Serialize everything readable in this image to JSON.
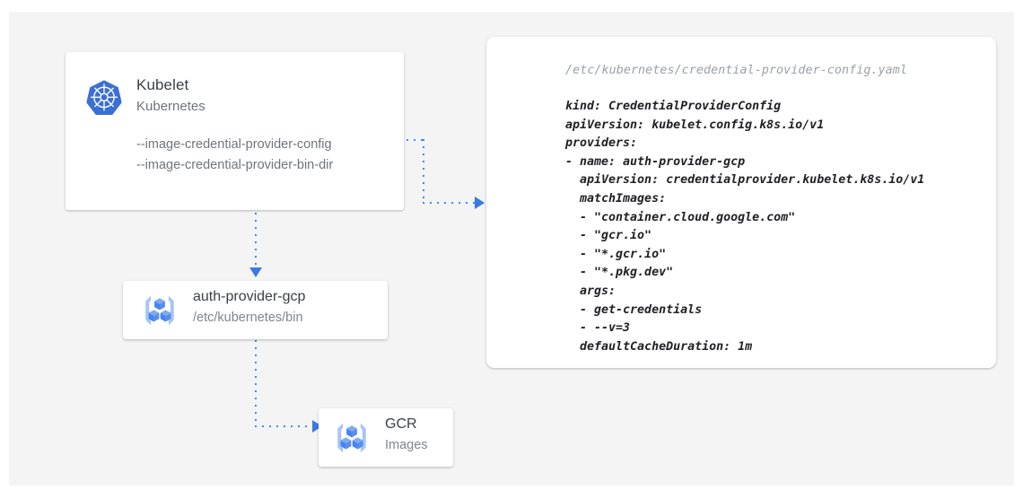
{
  "canvas": {
    "background": "#f4f4f4",
    "accent": "#4285f4"
  },
  "kubelet_card": {
    "icon": "kubernetes-icon",
    "title": "Kubelet",
    "subtitle": "Kubernetes",
    "flags": [
      "--image-credential-provider-config",
      "--image-credential-provider-bin-dir"
    ]
  },
  "auth_provider_card": {
    "icon": "container-registry-icon",
    "title": "auth-provider-gcp",
    "subtitle": "/etc/kubernetes/bin"
  },
  "gcr_card": {
    "icon": "container-registry-icon",
    "title": "GCR",
    "subtitle": "Images"
  },
  "yaml_panel": {
    "path": "/etc/kubernetes/credential-provider-config.yaml",
    "content": "kind: CredentialProviderConfig\napiVersion: kubelet.config.k8s.io/v1\nproviders:\n- name: auth-provider-gcp\n  apiVersion: credentialprovider.kubelet.k8s.io/v1\n  matchImages:\n  - \"container.cloud.google.com\"\n  - \"gcr.io\"\n  - \"*.gcr.io\"\n  - \"*.pkg.dev\"\n  args:\n  - get-credentials\n  - --v=3\n  defaultCacheDuration: 1m"
  },
  "connectors": [
    {
      "name": "kubelet-to-config",
      "from": "kubelet-card",
      "to": "yaml-panel"
    },
    {
      "name": "kubelet-to-auth-provider",
      "from": "kubelet-card",
      "to": "auth-provider-card"
    },
    {
      "name": "auth-provider-to-gcr",
      "from": "auth-provider-card",
      "to": "gcr-card"
    }
  ]
}
